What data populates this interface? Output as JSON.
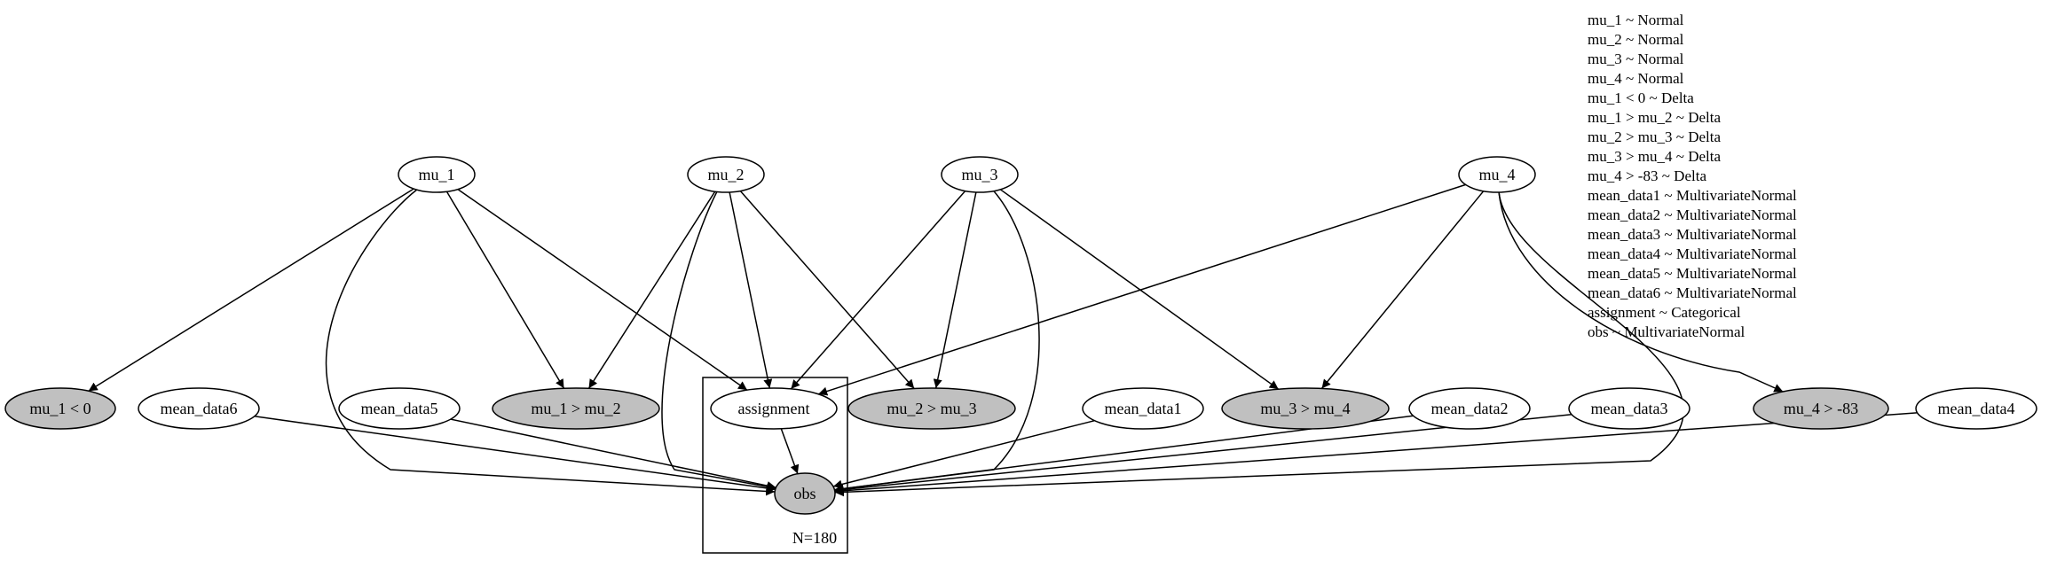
{
  "colors": {
    "observed_fill": "#c0c0c0",
    "latent_fill": "#ffffff",
    "stroke": "#000000"
  },
  "nodes": [
    {
      "id": "mu_1",
      "label": "mu_1",
      "observed": false
    },
    {
      "id": "mu_2",
      "label": "mu_2",
      "observed": false
    },
    {
      "id": "mu_3",
      "label": "mu_3",
      "observed": false
    },
    {
      "id": "mu_4",
      "label": "mu_4",
      "observed": false
    },
    {
      "id": "c1",
      "label": "mu_1 < 0",
      "observed": true
    },
    {
      "id": "mean_data6",
      "label": "mean_data6",
      "observed": false
    },
    {
      "id": "mean_data5",
      "label": "mean_data5",
      "observed": false
    },
    {
      "id": "c2",
      "label": "mu_1 > mu_2",
      "observed": true
    },
    {
      "id": "assignment",
      "label": "assignment",
      "observed": false
    },
    {
      "id": "c3",
      "label": "mu_2 > mu_3",
      "observed": true
    },
    {
      "id": "mean_data1",
      "label": "mean_data1",
      "observed": false
    },
    {
      "id": "c4",
      "label": "mu_3 > mu_4",
      "observed": true
    },
    {
      "id": "mean_data2",
      "label": "mean_data2",
      "observed": false
    },
    {
      "id": "mean_data3",
      "label": "mean_data3",
      "observed": false
    },
    {
      "id": "c5",
      "label": "mu_4 > -83",
      "observed": true
    },
    {
      "id": "mean_data4",
      "label": "mean_data4",
      "observed": false
    },
    {
      "id": "obs",
      "label": "obs",
      "observed": true
    }
  ],
  "edges": [
    {
      "from": "mu_1",
      "to": "c1"
    },
    {
      "from": "mu_1",
      "to": "obs"
    },
    {
      "from": "mu_1",
      "to": "c2"
    },
    {
      "from": "mu_1",
      "to": "assignment"
    },
    {
      "from": "mu_2",
      "to": "c2"
    },
    {
      "from": "mu_2",
      "to": "obs"
    },
    {
      "from": "mu_2",
      "to": "assignment"
    },
    {
      "from": "mu_2",
      "to": "c3"
    },
    {
      "from": "mu_3",
      "to": "assignment"
    },
    {
      "from": "mu_3",
      "to": "c3"
    },
    {
      "from": "mu_3",
      "to": "obs"
    },
    {
      "from": "mu_3",
      "to": "c4"
    },
    {
      "from": "mu_4",
      "to": "assignment"
    },
    {
      "from": "mu_4",
      "to": "c4"
    },
    {
      "from": "mu_4",
      "to": "c5"
    },
    {
      "from": "mu_4",
      "to": "obs"
    },
    {
      "from": "mean_data6",
      "to": "obs"
    },
    {
      "from": "mean_data5",
      "to": "obs"
    },
    {
      "from": "assignment",
      "to": "obs"
    },
    {
      "from": "mean_data1",
      "to": "obs"
    },
    {
      "from": "mean_data2",
      "to": "obs"
    },
    {
      "from": "mean_data3",
      "to": "obs"
    },
    {
      "from": "mean_data4",
      "to": "obs"
    }
  ],
  "plate": {
    "label": "N=180"
  },
  "distributions": [
    "mu_1 ~ Normal",
    "mu_2 ~ Normal",
    "mu_3 ~ Normal",
    "mu_4 ~ Normal",
    "mu_1 < 0 ~ Delta",
    "mu_1 > mu_2 ~ Delta",
    "mu_2 > mu_3 ~ Delta",
    "mu_3 > mu_4 ~ Delta",
    "mu_4 > -83 ~ Delta",
    "mean_data1 ~ MultivariateNormal",
    "mean_data2 ~ MultivariateNormal",
    "mean_data3 ~ MultivariateNormal",
    "mean_data4 ~ MultivariateNormal",
    "mean_data5 ~ MultivariateNormal",
    "mean_data6 ~ MultivariateNormal",
    "assignment ~ Categorical",
    "obs ~ MultivariateNormal"
  ]
}
